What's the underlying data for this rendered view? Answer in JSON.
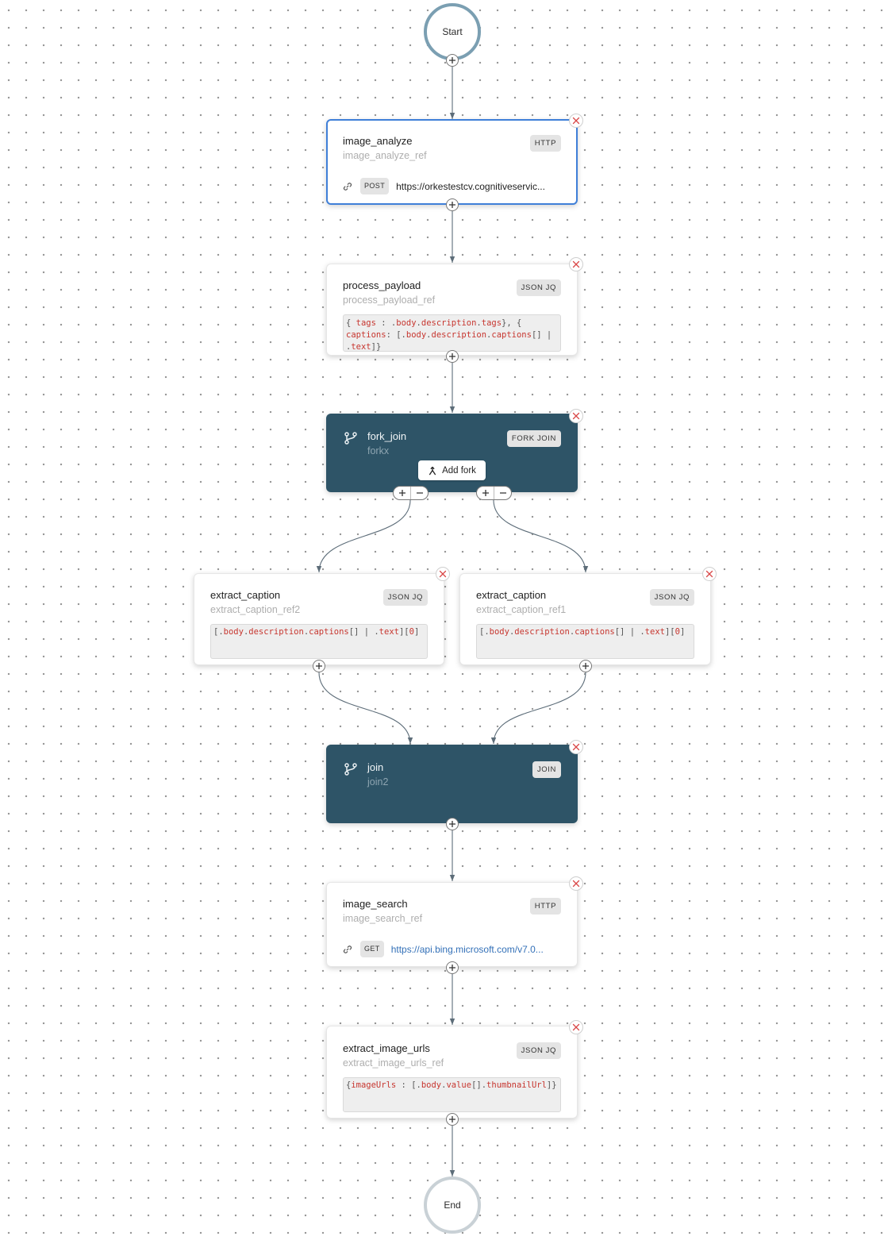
{
  "start_node": {
    "label": "Start"
  },
  "end_node": {
    "label": "End"
  },
  "tasks": {
    "image_analyze": {
      "name": "image_analyze",
      "ref": "image_analyze_ref",
      "type": "HTTP",
      "method": "POST",
      "url": "https://orkestestcv.cognitiveservic...",
      "selected": true
    },
    "process_payload": {
      "name": "process_payload",
      "ref": "process_payload_ref",
      "type": "JSON JQ",
      "expression_lines": [
        "{ tags : .body.description.tags}, {",
        "captions: [.body.description.captions[] |",
        ".text]}"
      ]
    },
    "fork_join": {
      "name": "fork_join",
      "ref": "forkx",
      "type": "FORK JOIN",
      "add_fork_label": "Add fork"
    },
    "extract_caption_ref2": {
      "name": "extract_caption",
      "ref": "extract_caption_ref2",
      "type": "JSON JQ",
      "expression": "[.body.description.captions[] | .text][0]"
    },
    "extract_caption_ref1": {
      "name": "extract_caption",
      "ref": "extract_caption_ref1",
      "type": "JSON JQ",
      "expression": "[.body.description.captions[] | .text][0]"
    },
    "join": {
      "name": "join",
      "ref": "join2",
      "type": "JOIN"
    },
    "image_search": {
      "name": "image_search",
      "ref": "image_search_ref",
      "type": "HTTP",
      "method": "GET",
      "url": "https://api.bing.microsoft.com/v7.0..."
    },
    "extract_image_urls": {
      "name": "extract_image_urls",
      "ref": "extract_image_urls_ref",
      "type": "JSON JQ",
      "expression": "{imageUrls : [.body.value[].thumbnailUrl]}"
    }
  },
  "icons": {
    "add_task": "plus-icon",
    "delete_task": "close-icon",
    "remove_branch": "minus-icon",
    "http_url": "link-icon",
    "control_node": "fork-icon",
    "add_fork": "add-fork-icon"
  },
  "colors": {
    "selected_border": "#3f7fd8",
    "control_node_bg": "#2e5467",
    "code_identifier": "#c7362f",
    "code_punctuation": "#555555",
    "url_link": "#3471b8",
    "start_ring": "#7b9fb2",
    "end_ring": "#c9d1d6",
    "close_icon": "#d94848",
    "edge": "#5d6d79"
  }
}
